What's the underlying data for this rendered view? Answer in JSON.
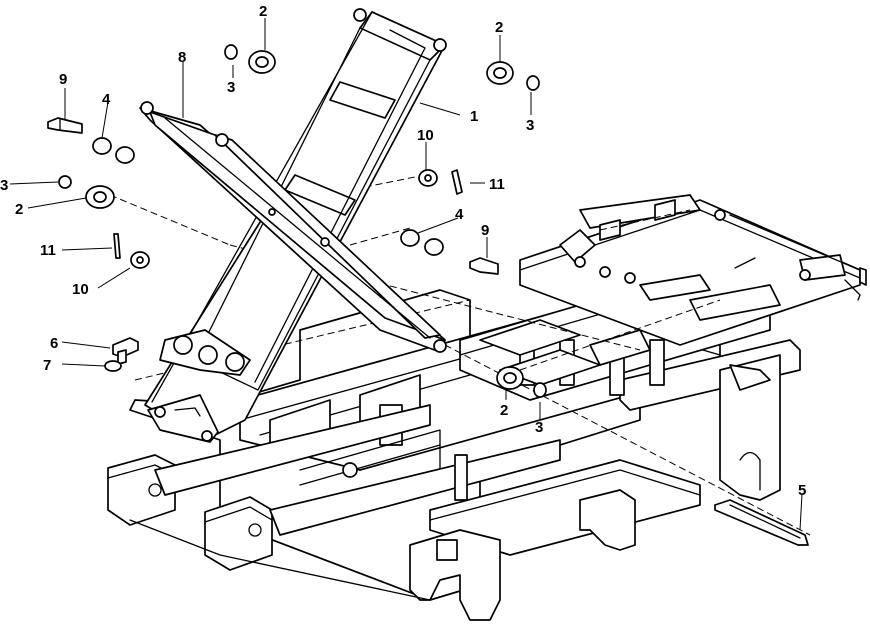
{
  "callouts": [
    {
      "id": "c1",
      "text": "1"
    },
    {
      "id": "c2a",
      "text": "2"
    },
    {
      "id": "c2b",
      "text": "2"
    },
    {
      "id": "c2c",
      "text": "2"
    },
    {
      "id": "c2d",
      "text": "2"
    },
    {
      "id": "c3a",
      "text": "3"
    },
    {
      "id": "c3b",
      "text": "3"
    },
    {
      "id": "c3c",
      "text": "3"
    },
    {
      "id": "c3d",
      "text": "3"
    },
    {
      "id": "c4a",
      "text": "4"
    },
    {
      "id": "c4b",
      "text": "4"
    },
    {
      "id": "c5",
      "text": "5"
    },
    {
      "id": "c6",
      "text": "6"
    },
    {
      "id": "c7",
      "text": "7"
    },
    {
      "id": "c8",
      "text": "8"
    },
    {
      "id": "c9a",
      "text": "9"
    },
    {
      "id": "c9b",
      "text": "9"
    },
    {
      "id": "c10a",
      "text": "10"
    },
    {
      "id": "c10b",
      "text": "10"
    },
    {
      "id": "c11a",
      "text": "11"
    },
    {
      "id": "c11b",
      "text": "11"
    }
  ]
}
